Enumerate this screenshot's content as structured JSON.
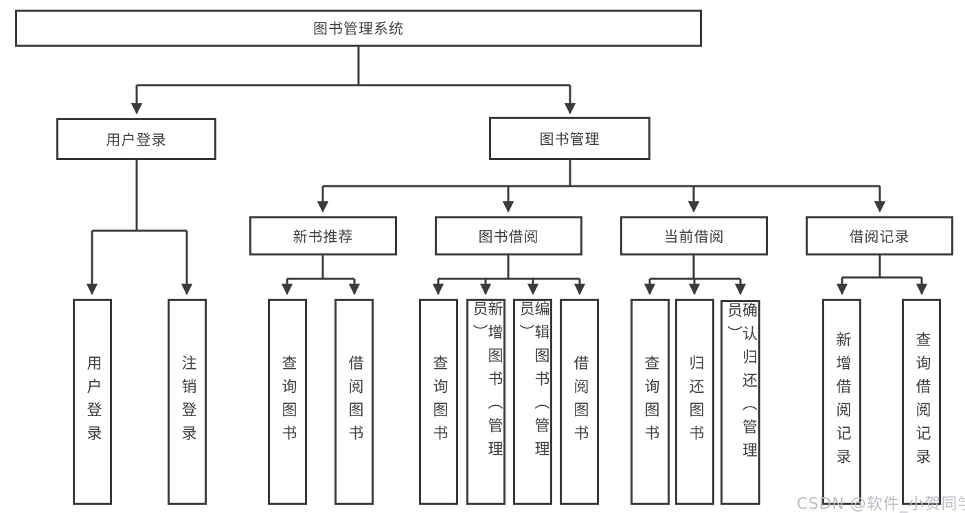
{
  "diagram": {
    "title_node": {
      "label": "图书管理系统"
    },
    "level2": [
      {
        "label": "用户登录"
      },
      {
        "label": "图书管理"
      }
    ],
    "level3": [
      {
        "label": "新书推荐"
      },
      {
        "label": "图书借阅"
      },
      {
        "label": "当前借阅"
      },
      {
        "label": "借阅记录"
      }
    ],
    "leaves": [
      {
        "group": "用户登录",
        "label": "用户登录"
      },
      {
        "group": "用户登录",
        "label": "注销登录"
      },
      {
        "group": "新书推荐",
        "label": "查询图书"
      },
      {
        "group": "新书推荐",
        "label": "借阅图书"
      },
      {
        "group": "图书借阅",
        "label": "查询图书"
      },
      {
        "group": "图书借阅",
        "label": "新增图书（管理员）"
      },
      {
        "group": "图书借阅",
        "label": "编辑图书（管理员）"
      },
      {
        "group": "图书借阅",
        "label": "借阅图书"
      },
      {
        "group": "当前借阅",
        "label": "查询图书"
      },
      {
        "group": "当前借阅",
        "label": "归还图书"
      },
      {
        "group": "当前借阅",
        "label": "确认归还（管理员）"
      },
      {
        "group": "借阅记录",
        "label": "新增借阅记录"
      },
      {
        "group": "借阅记录",
        "label": "查询借阅记录"
      }
    ],
    "colors": {
      "line": "#3b3b3b",
      "box_border": "#3b3b3b",
      "box_fill": "#ffffff",
      "text": "#3f3f3f",
      "watermark": "#b9bdc4"
    }
  },
  "watermark": {
    "text": "CSDN @软件_小贺同学"
  }
}
